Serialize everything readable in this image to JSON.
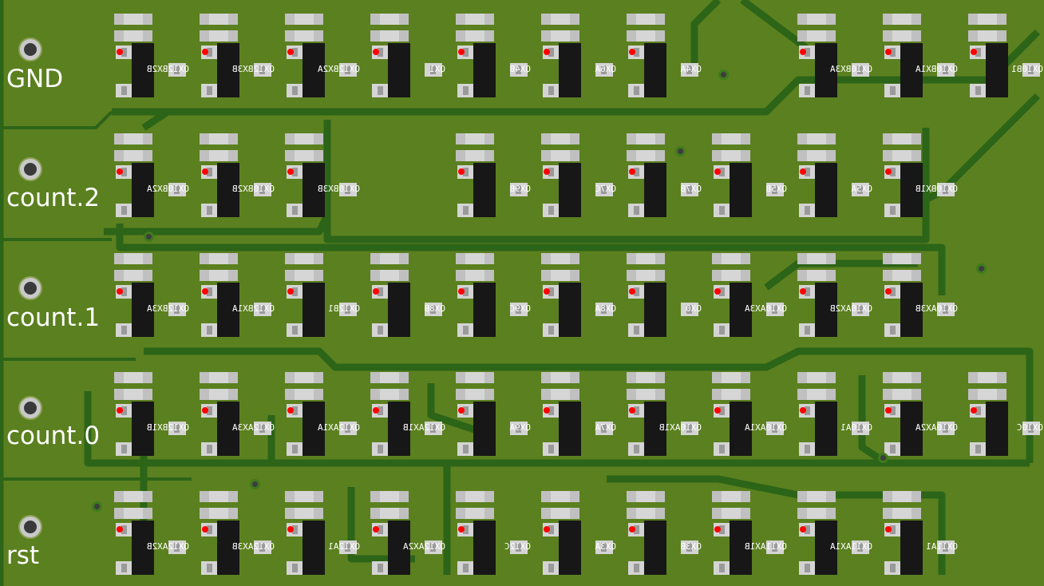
{
  "test_points": [
    {
      "label": "GND"
    },
    {
      "label": "count.2"
    },
    {
      "label": "count.1"
    },
    {
      "label": "count.0"
    },
    {
      "label": "rst"
    }
  ],
  "component_rows": [
    [
      "QX12BX2B",
      "QX12BX3B",
      "QX12BX2A",
      "QX1",
      "QX4B",
      "QX6A",
      "QX4A",
      null,
      "QX10BX3A",
      "QX10BX1A",
      "QX10B1"
    ],
    [
      "QX10BX2A",
      "QX10BX2B",
      "QX10BX3B",
      null,
      "QX9B",
      "QX7C",
      "QX7B",
      "QX5B",
      "QX5A",
      "QX10BX1B",
      null
    ],
    [
      "QX12BX3A",
      "QX12BX1A",
      "QX12B1",
      "QX8B",
      "QX9C",
      "QX8A",
      "QX0",
      "QX10AX3A",
      "QX10AX2B",
      "QX10AX3B",
      null
    ],
    [
      "QX12BX1B",
      "QX12AX3A",
      "QX12AX1A",
      "QX12AX1B",
      "QX9A",
      "QX7A",
      "QX10AX1B",
      "QX10AX1A",
      "QX10A1",
      "QX10AX2A",
      "QX10C"
    ],
    [
      "QX12AX2B",
      "QX12AX3B",
      "QX12A1",
      "QX12AX2A",
      "QX12C",
      "QX3A",
      "QX3B",
      "QX11AX1B",
      "QX11AX1A",
      "QX11A1",
      null
    ]
  ],
  "colors": {
    "board": "#5b801f",
    "copper": "#2c6418",
    "silk": "#ffffff",
    "pin1": "#ff0000"
  }
}
